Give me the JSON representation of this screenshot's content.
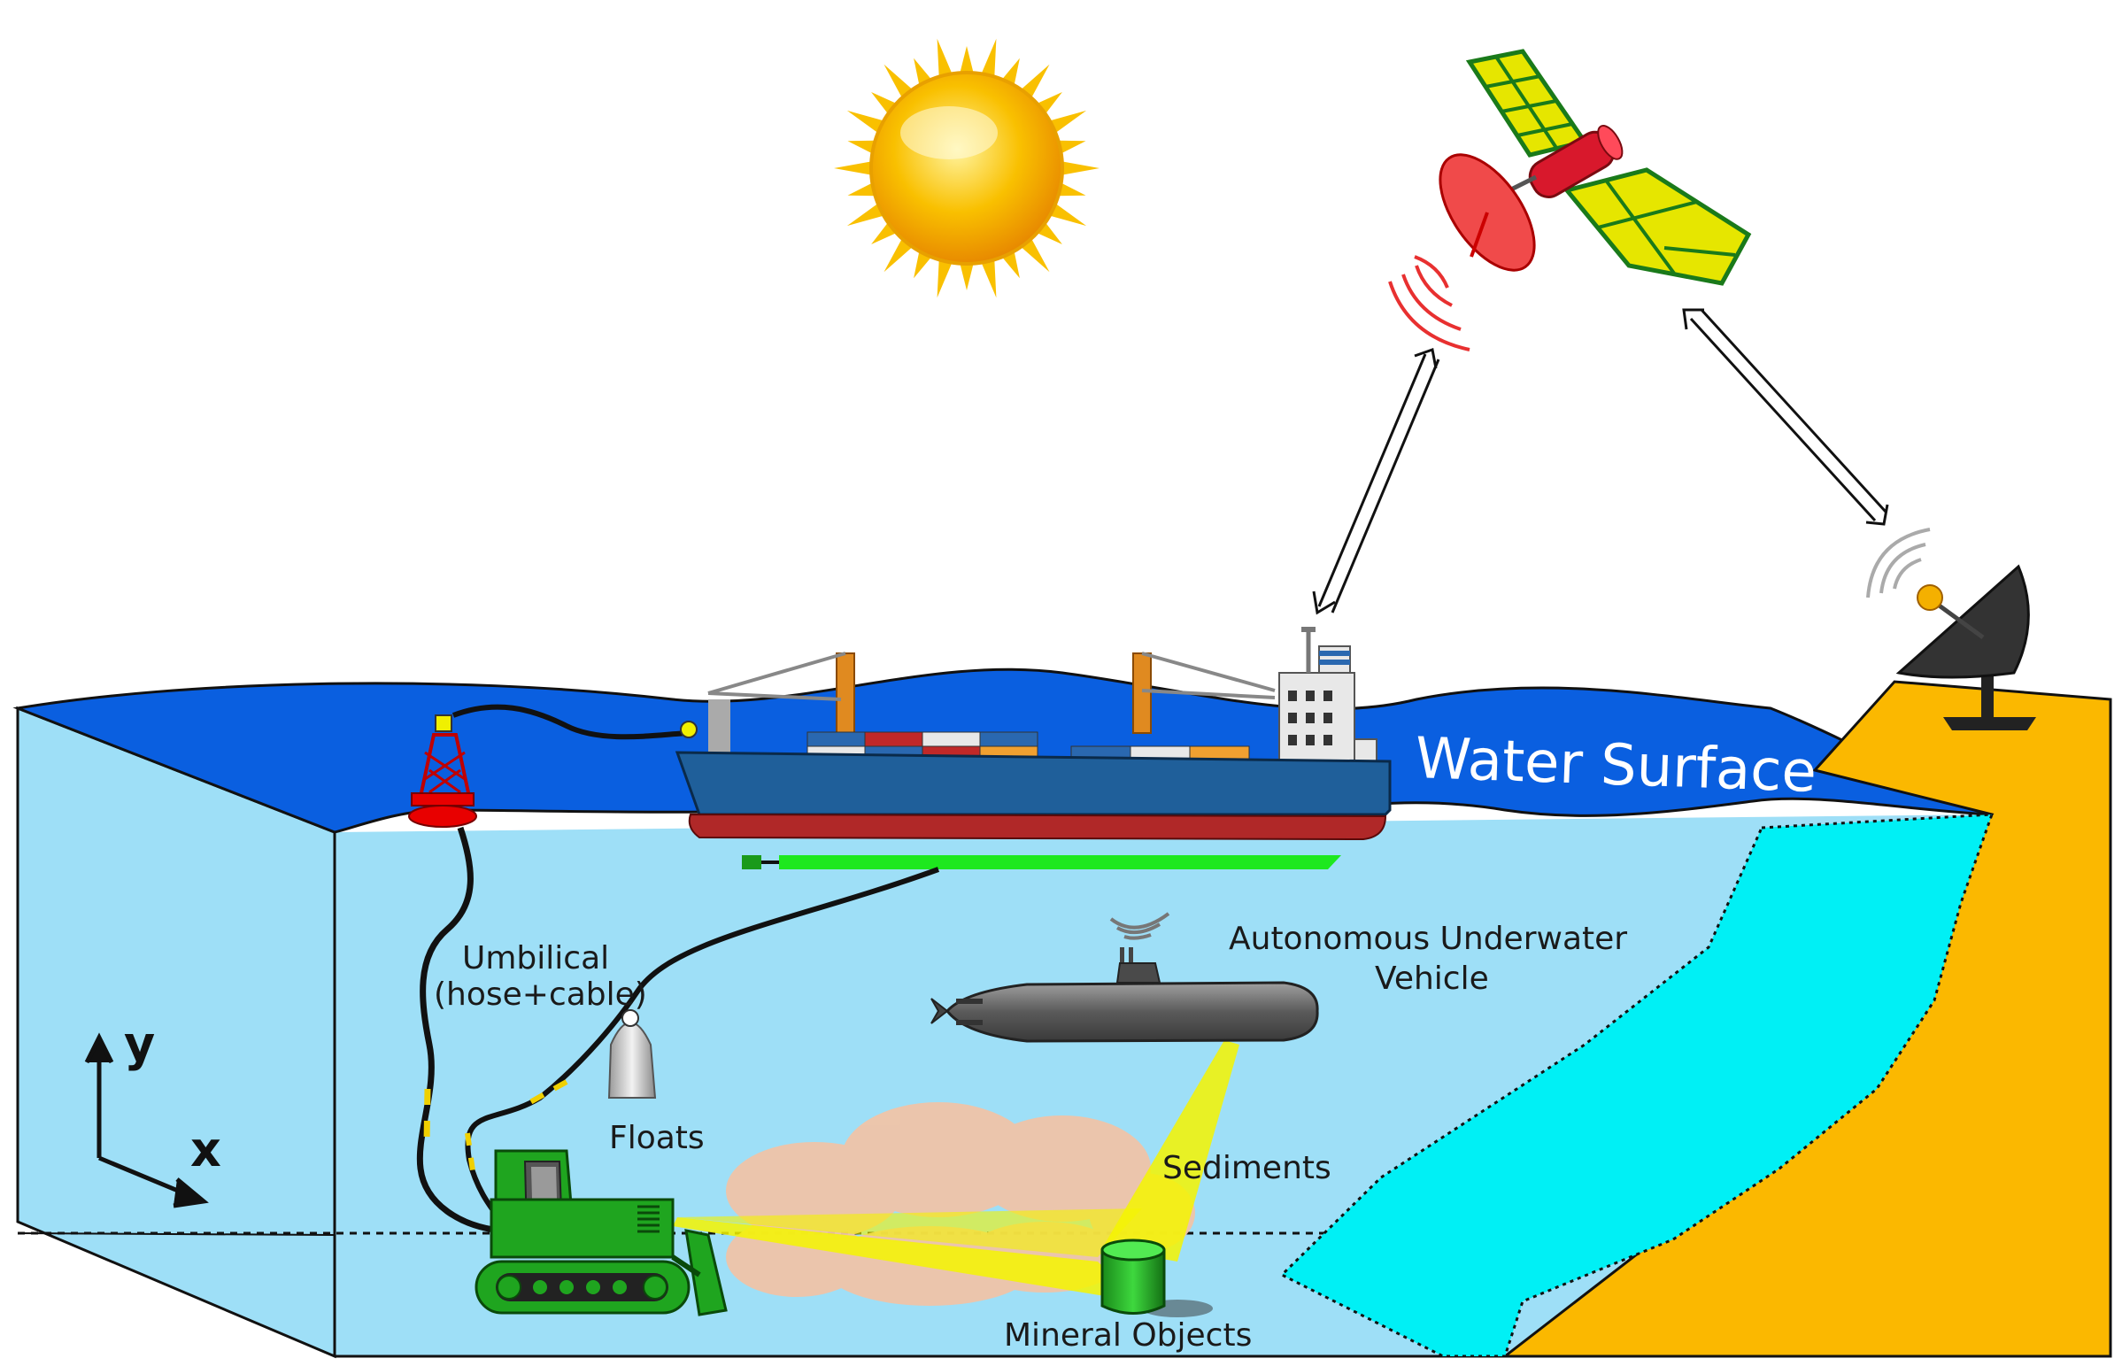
{
  "labels": {
    "water_surface": "Water Surface",
    "auv_line1": "Autonomous Underwater",
    "auv_line2": "Vehicle",
    "umbilical_line1": "Umbilical",
    "umbilical_line2": "(hose+cable)",
    "floats": "Floats",
    "sediments": "Sediments",
    "mineral_objects": "Mineral Objects",
    "axis_y": "y",
    "axis_x": "x"
  },
  "colors": {
    "sky": "#ffffff",
    "ocean_surface": "#0a5fe0",
    "water_body": "#9edff7",
    "shore_water": "#00f0f5",
    "land": "#fbb800",
    "crawler": "#1fa51f",
    "sediment_cloud": "#f0c4a8",
    "light_beam": "#f4f400",
    "ship_hull": "#1f5f9a",
    "ship_keel": "#b02828",
    "sonar_bar": "#1ee81e",
    "buoy": "#e80000",
    "satellite_body": "#d8182c",
    "solar_panel": "#e6e600",
    "auv": "#606060",
    "sun": "#f9c000"
  },
  "icons": [
    "sun-icon",
    "satellite-icon",
    "dish-antenna-icon",
    "cargo-ship-icon",
    "buoy-icon",
    "auv-icon",
    "crawler-icon",
    "float-icon",
    "mineral-object-icon"
  ]
}
